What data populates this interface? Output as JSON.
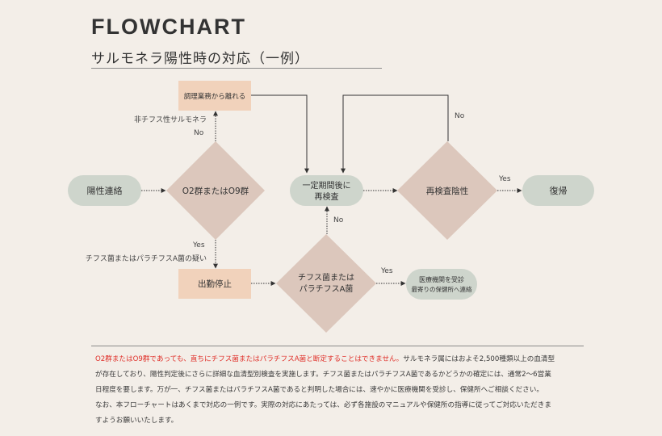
{
  "header": {
    "title": "FLOWCHART",
    "subtitle": "サルモネラ陽性時の対応（一例）"
  },
  "nodes": {
    "positive": "陽性連絡",
    "o2o9": "O2群またはO9群",
    "leave_cooking": "調理業務から離れる",
    "suspend": "出勤停止",
    "typhoid_q": [
      "チフス菌または",
      "パラチフスA菌"
    ],
    "wait_recheck": [
      "一定期間後に",
      "再検査"
    ],
    "recheck_neg": "再検査陰性",
    "return": "復帰",
    "hospital": [
      "医療機関を受診",
      "最寄りの保健所へ連絡"
    ]
  },
  "edge_labels": {
    "non_typhoid": "非チフス性サルモネラ",
    "no1": "No",
    "yes1": "Yes",
    "typhoid_suspect": "チフス菌またはパラチフスA菌の疑い",
    "yes2": "Yes",
    "no2": "No",
    "yes3": "Yes",
    "no3": "No"
  },
  "note": {
    "warning": "O2群またはO9群であっても、直ちにチフス菌またはパラチフスA菌と断定することはできません。",
    "line1_rest": "サルモネラ属にはおよそ2,500種類以上の血清型",
    "line2": "が存在しており、陽性判定後にさらに詳細な血清型別検査を実施します。チフス菌またはパラチフスA菌であるかどうかの確定には、通常2〜6営業",
    "line3": "日程度を要します。万が一、チフス菌またはパラチフスA菌であると判明した場合には、速やかに医療機関を受診し、保健所へご相談ください。",
    "line4": "なお、本フローチャートはあくまで対応の一例です。実際の対応にあたっては、必ず各施設のマニュアルや保健所の指導に従ってご対応いただきま",
    "line5": "すようお願いいたします。"
  },
  "colors": {
    "background": "#f3eee8",
    "pill": "#ced5cc",
    "diamond": "#dcc7bc",
    "rect": "#f1d2bb",
    "warning": "#e0302a"
  }
}
